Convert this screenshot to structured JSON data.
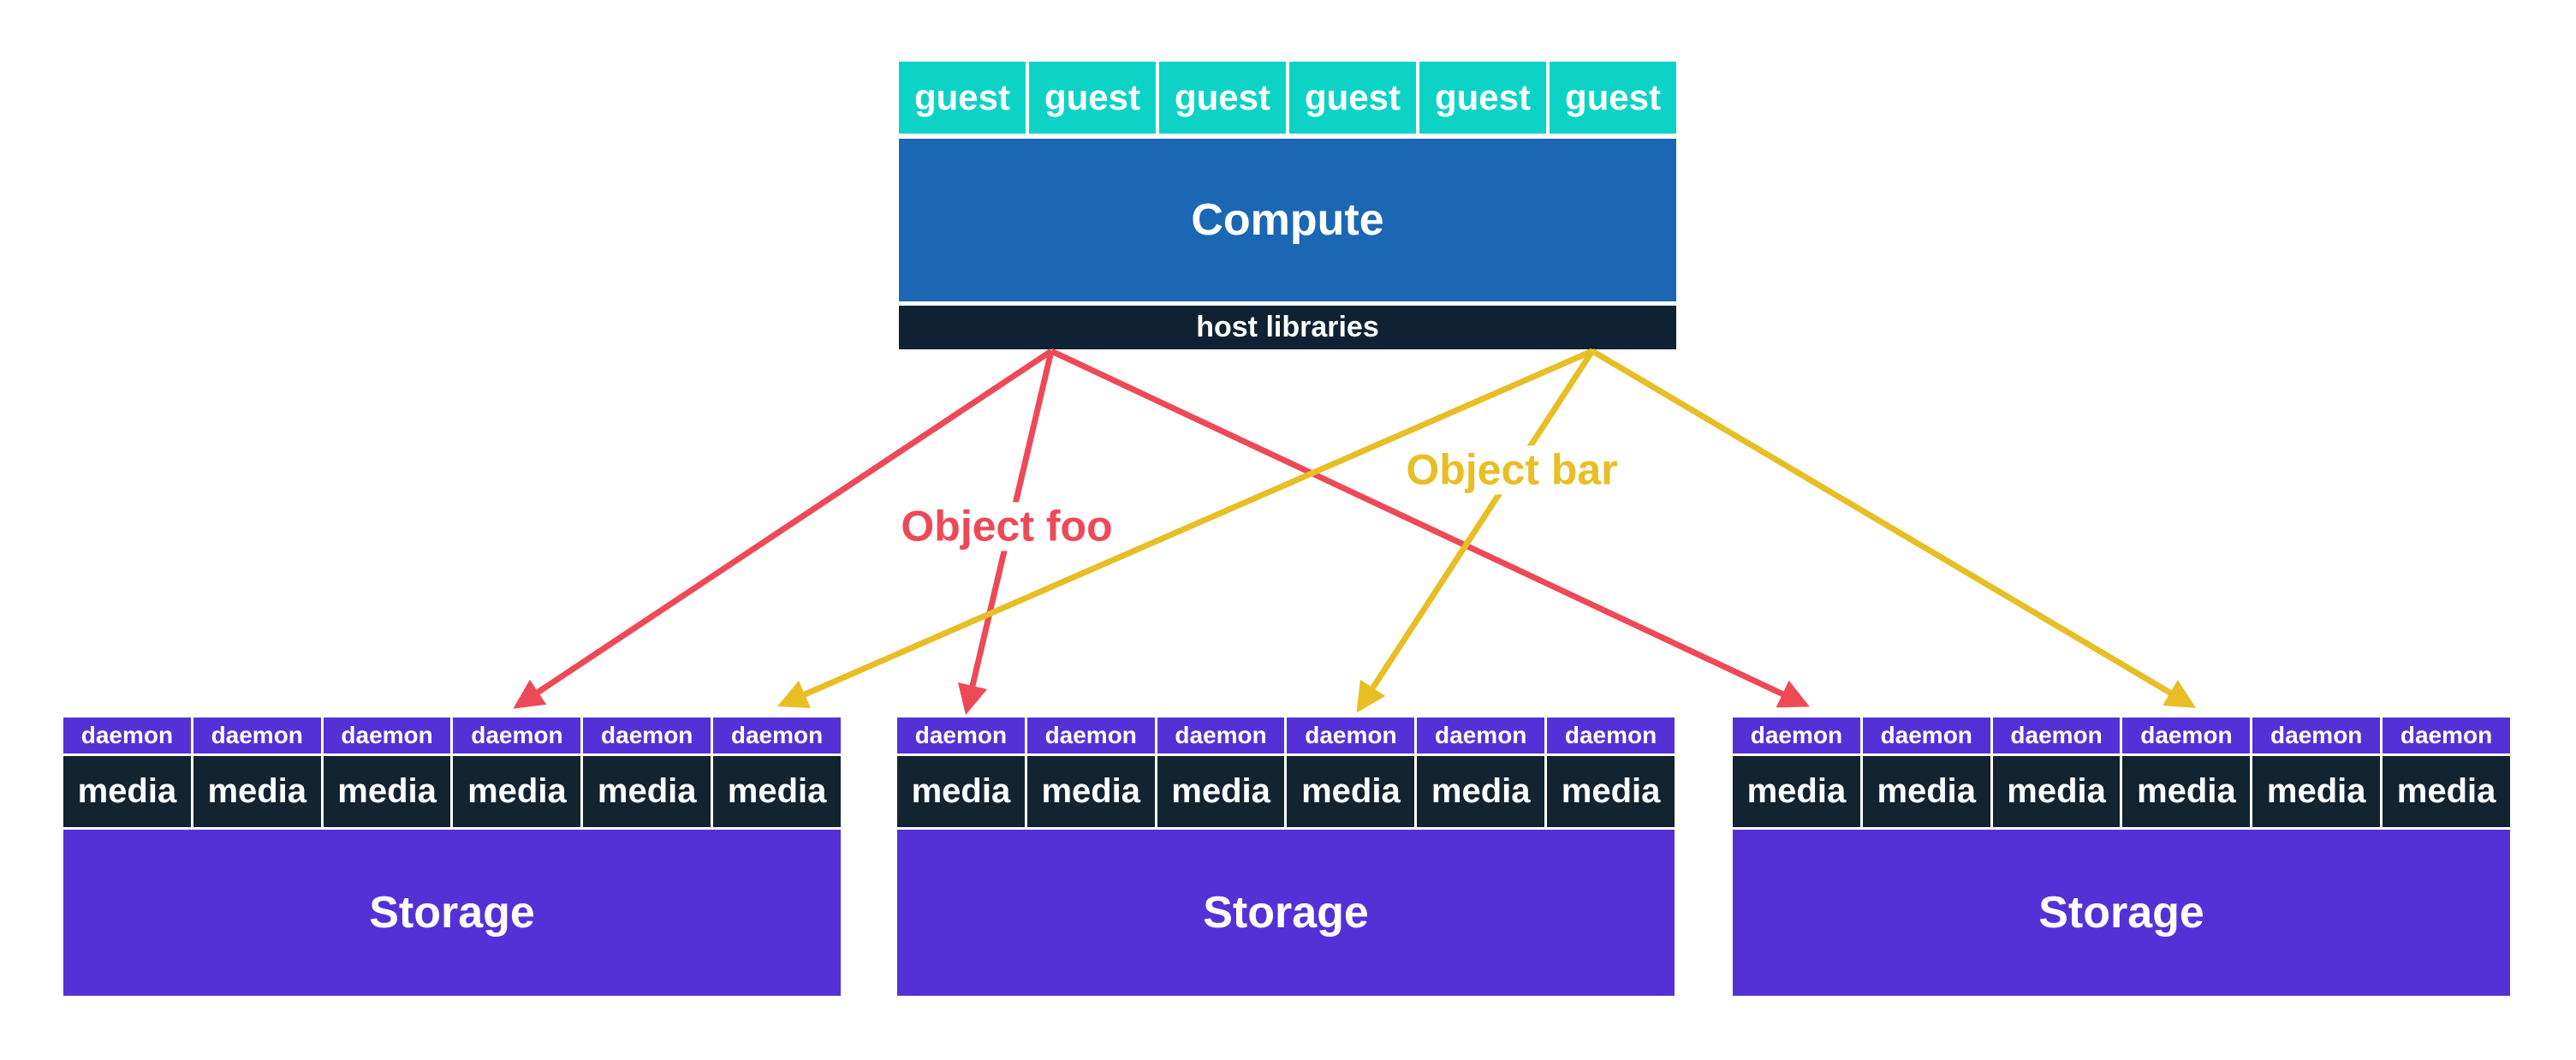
{
  "colors": {
    "guest_teal": "#0DD3C6",
    "compute_blue": "#1B67B3",
    "host_libraries_navy": "#0F2233",
    "media_navy": "#13232F",
    "storage_purple": "#5431D6",
    "object_foo_red": "#EE4956",
    "object_bar_yellow": "#E8BE25",
    "text": "#FFFFFF",
    "background": "#FFFFFF"
  },
  "compute_node": {
    "guest_cells": [
      "guest",
      "guest",
      "guest",
      "guest",
      "guest",
      "guest"
    ],
    "compute_label": "Compute",
    "host_libraries_label": "host libraries"
  },
  "flows": {
    "object_foo": {
      "label": "Object foo",
      "color": "#EE4956",
      "targets": [
        "storage-cluster-1",
        "storage-cluster-2",
        "storage-cluster-3"
      ]
    },
    "object_bar": {
      "label": "Object bar",
      "color": "#E8BE25",
      "targets": [
        "storage-cluster-1",
        "storage-cluster-2",
        "storage-cluster-3"
      ]
    }
  },
  "storage_clusters": [
    {
      "daemon_cells": [
        "daemon",
        "daemon",
        "daemon",
        "daemon",
        "daemon",
        "daemon"
      ],
      "media_cells": [
        "media",
        "media",
        "media",
        "media",
        "media",
        "media"
      ],
      "storage_label": "Storage"
    },
    {
      "daemon_cells": [
        "daemon",
        "daemon",
        "daemon",
        "daemon",
        "daemon",
        "daemon"
      ],
      "media_cells": [
        "media",
        "media",
        "media",
        "media",
        "media",
        "media"
      ],
      "storage_label": "Storage"
    },
    {
      "daemon_cells": [
        "daemon",
        "daemon",
        "daemon",
        "daemon",
        "daemon",
        "daemon"
      ],
      "media_cells": [
        "media",
        "media",
        "media",
        "media",
        "media",
        "media"
      ],
      "storage_label": "Storage"
    }
  ]
}
